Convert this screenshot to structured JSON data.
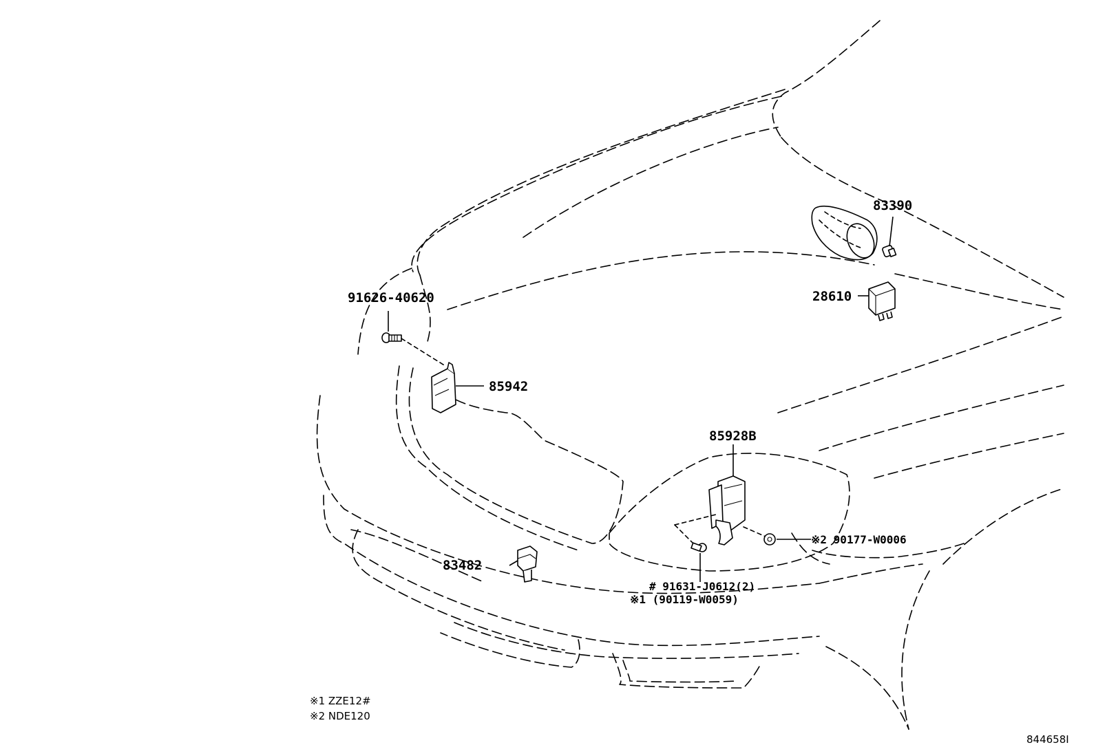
{
  "callouts": {
    "p_91626": "91626-40620",
    "p_85942": "85942",
    "p_83390": "83390",
    "p_28610": "28610",
    "p_85928B": "85928B",
    "p_90177": "※2 90177-W0006",
    "p_83482": "83482",
    "p_91631": "# 91631-J0612(2)",
    "p_90119": "※1 (90119-W0059)"
  },
  "legend": {
    "note1": "※1 ZZE12#",
    "note2": "※2 NDE120"
  },
  "diagram_id": "844658I"
}
